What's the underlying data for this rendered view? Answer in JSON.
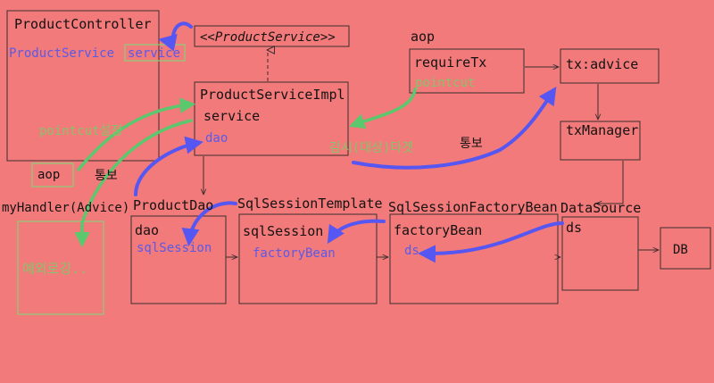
{
  "diagram": {
    "colors": {
      "background": "#f27a7a",
      "box_border": "#3a2e2e",
      "text_dark": "#151212",
      "text_blue": "#5a5ae8",
      "text_green": "#86c36a",
      "arrow_blue": "#5656f2",
      "arrow_green": "#5cc86e",
      "green_box": "#8ccf7a"
    },
    "labels": {
      "product_controller": "ProductController",
      "controller_field": "ProductService",
      "controller_field_value": "service",
      "interface": "<<ProductService>>",
      "service_impl": "ProductServiceImpl",
      "impl_service": "service",
      "impl_dao": "dao",
      "aop": "aop",
      "require_tx": "requireTx",
      "pointcut": "pointcut",
      "tx_advice": "tx:advice",
      "tx_manager": "txManager",
      "pointcut_setting": "pointcut설정",
      "aop_small": "aop",
      "notify_left": "통보",
      "my_handler": "myHandler(Advice)",
      "exception_logging": "예외로깅..",
      "target": "감시(대상)타겟",
      "notify_right": "통보",
      "product_dao": "ProductDao",
      "dao": "dao",
      "sql_session_field": "sqlSession",
      "sql_session_template": "SqlSessionTemplate",
      "sql_session": "sqlSession",
      "factory_bean_field": "factoryBean",
      "sql_session_factory_bean": "SqlSessionFactoryBean",
      "factory_bean": "factoryBean",
      "ds_field": "ds",
      "data_source": "DataSource",
      "ds": "ds",
      "db": "DB"
    }
  }
}
